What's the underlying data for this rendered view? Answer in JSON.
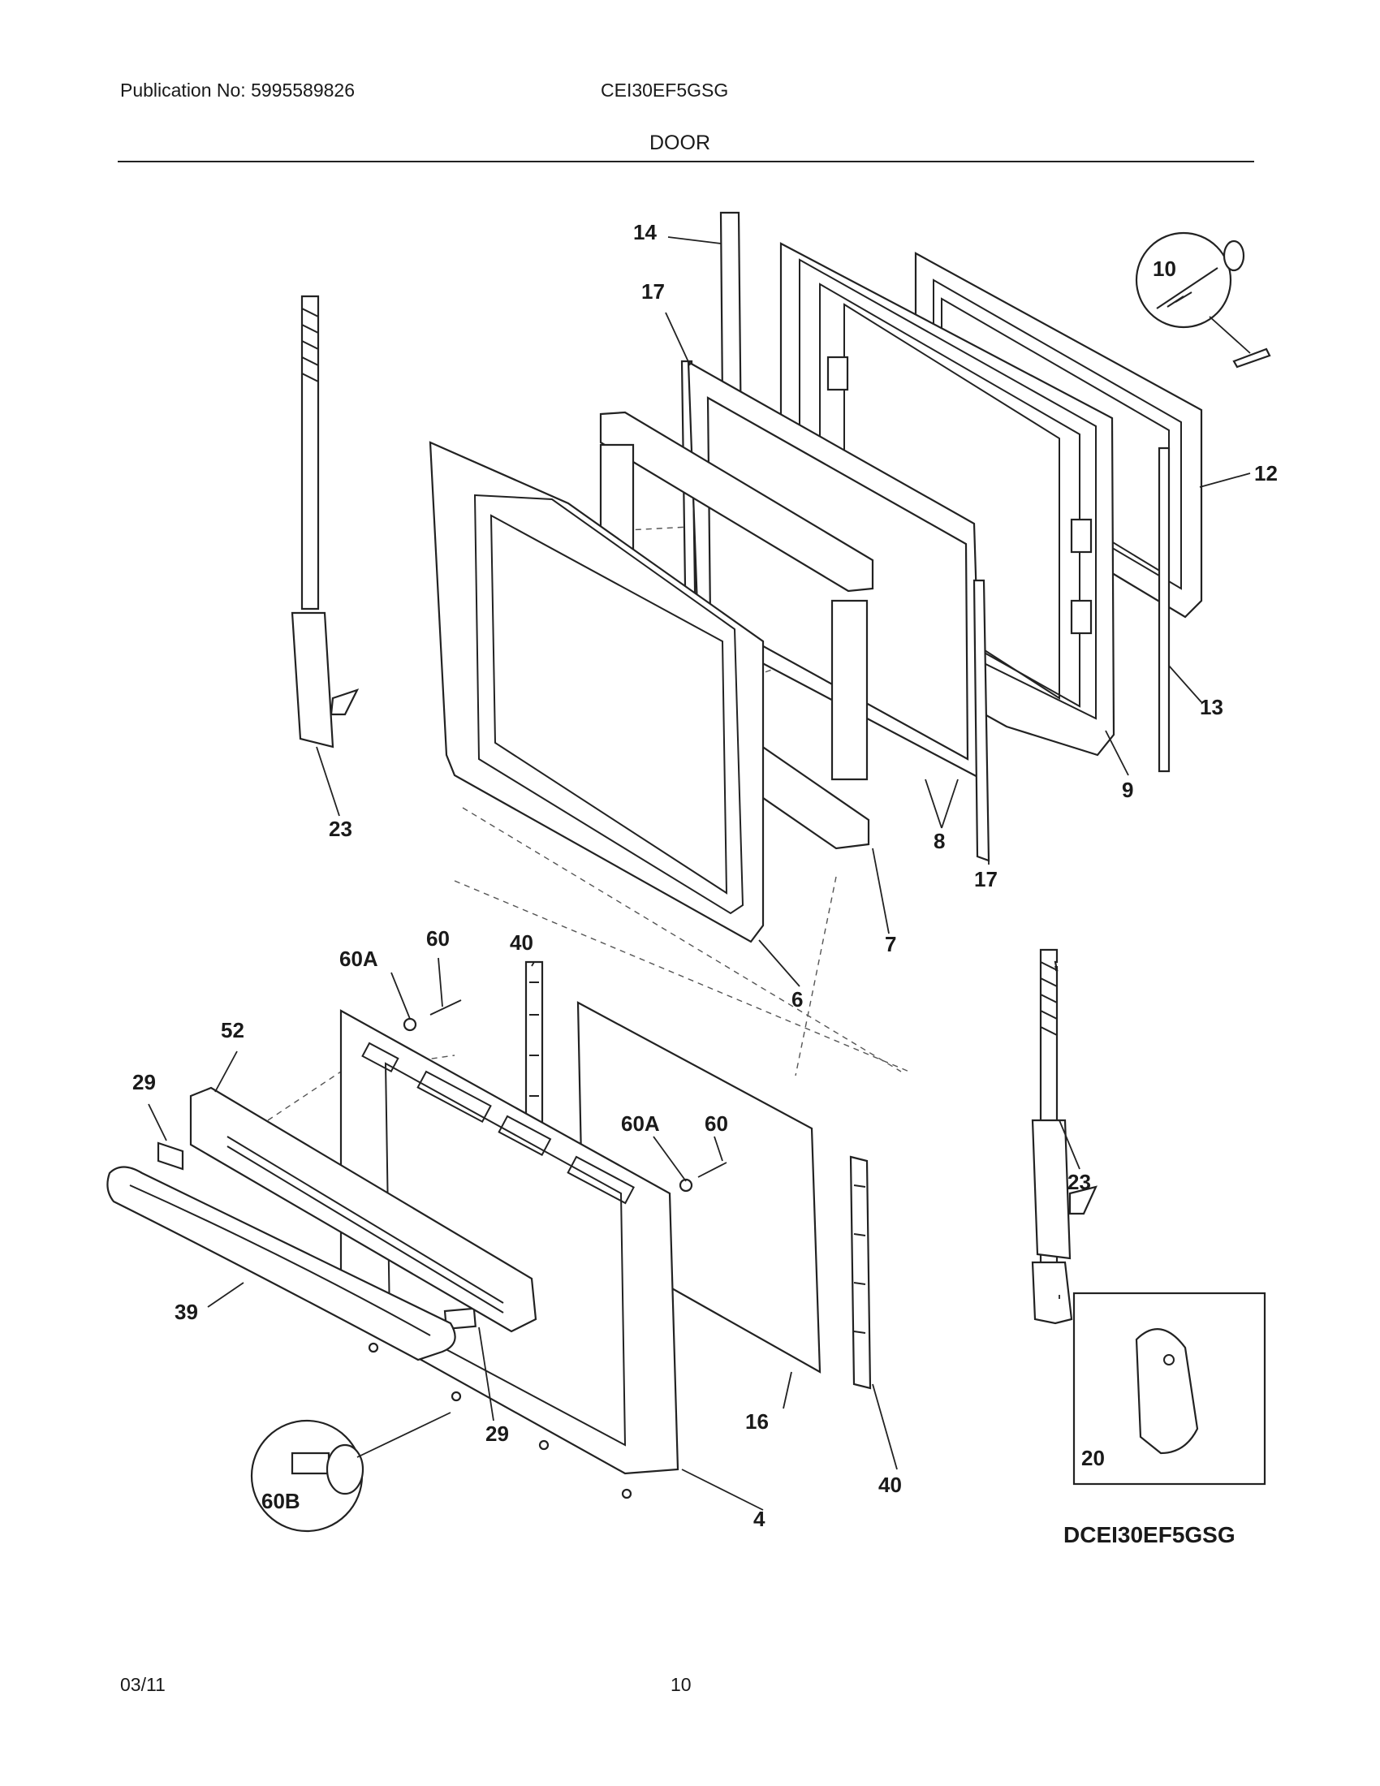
{
  "header": {
    "publication": "Publication No: 5995589826",
    "model": "CEI30EF5GSG",
    "section": "DOOR"
  },
  "footer": {
    "date": "03/11",
    "page": "10"
  },
  "diagram": {
    "id_label": "DCEI30EF5GSG",
    "callouts": {
      "c14": "14",
      "c17a": "17",
      "c10": "10",
      "c12": "12",
      "c13": "13",
      "c9": "9",
      "c8": "8",
      "c7": "7",
      "c17b": "17",
      "c6": "6",
      "c23a": "23",
      "c23b": "23",
      "c40a": "40",
      "c60a": "60",
      "c60Aa": "60A",
      "c52": "52",
      "c29a": "29",
      "c60Ab": "60A",
      "c60b": "60",
      "c39": "39",
      "c29b": "29",
      "c16": "16",
      "c40b": "40",
      "c4": "4",
      "c60B": "60B",
      "c20": "20"
    }
  }
}
